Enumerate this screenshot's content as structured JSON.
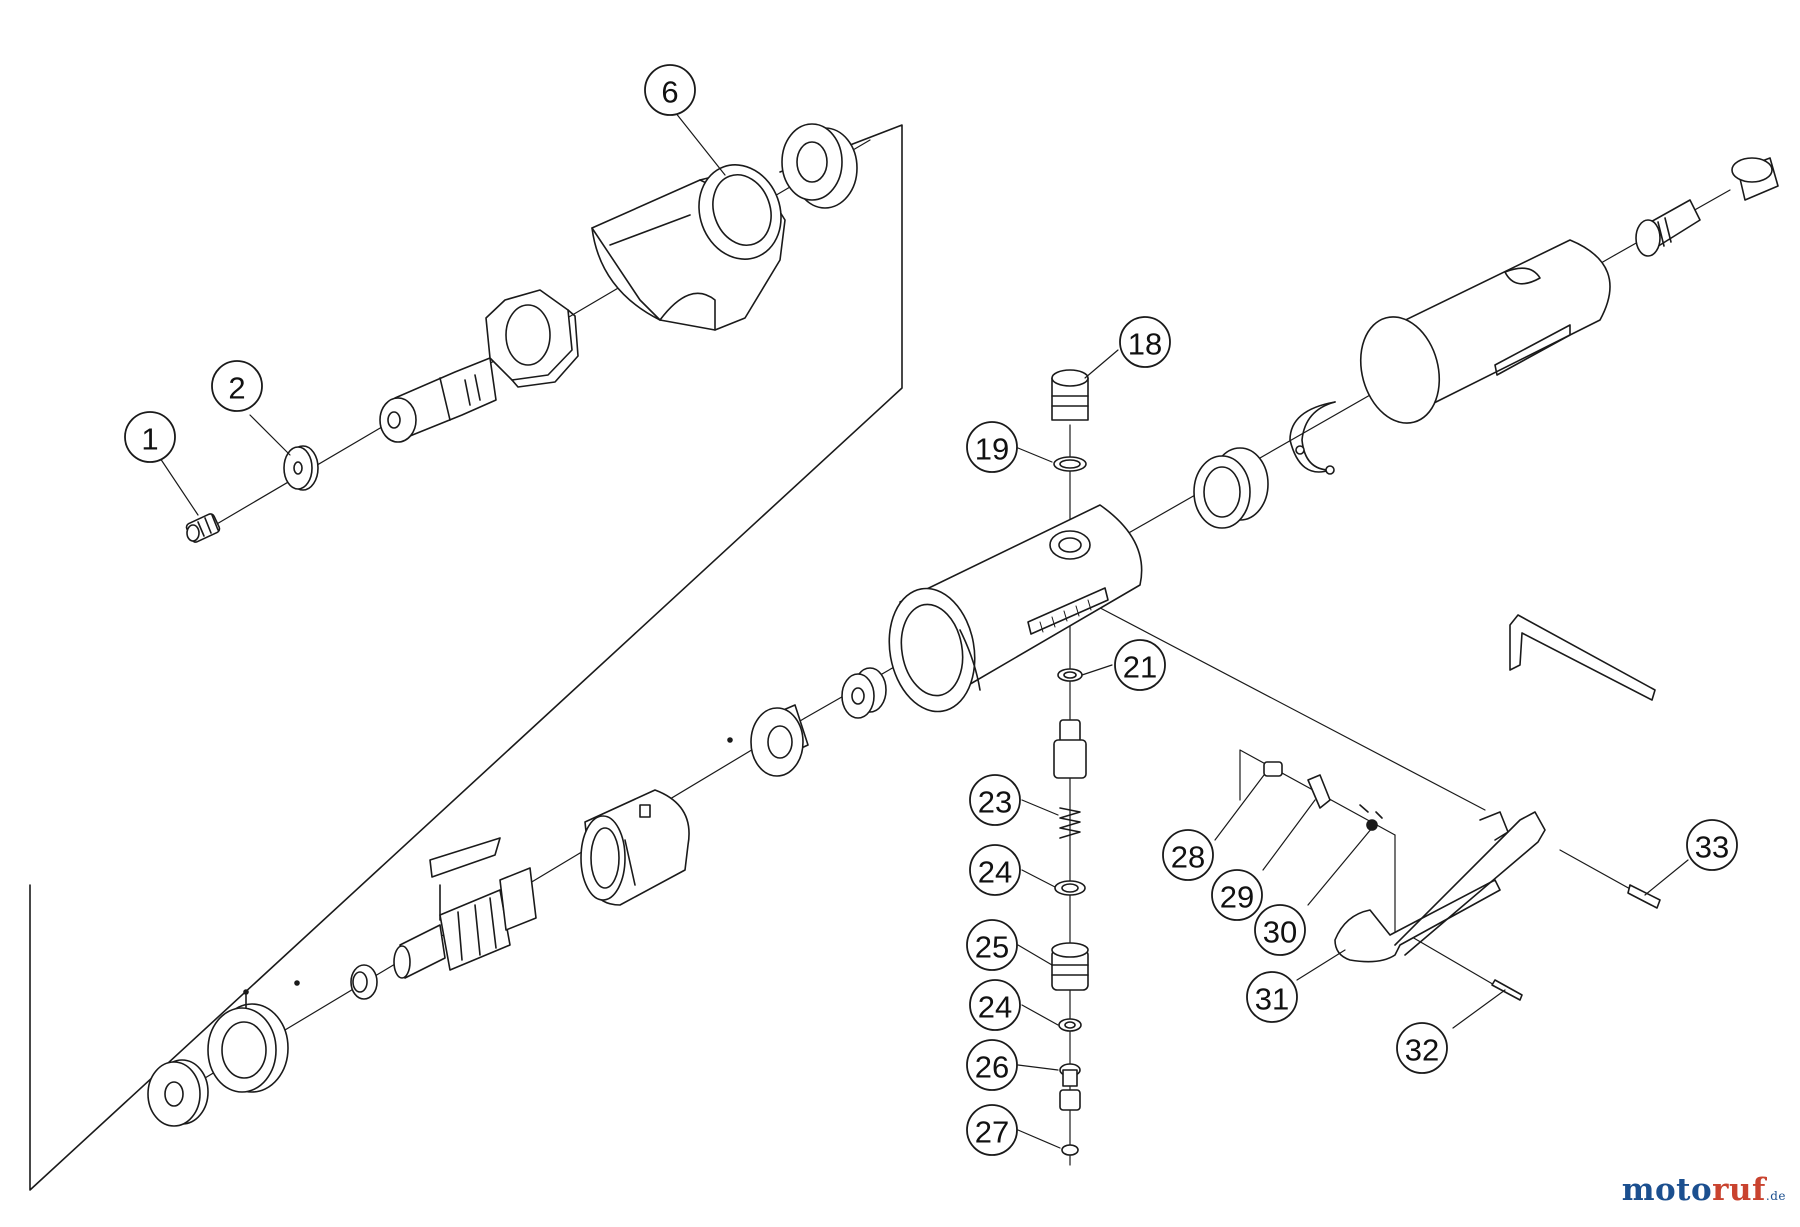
{
  "diagram": {
    "callouts": [
      {
        "id": "c1",
        "label": "1"
      },
      {
        "id": "c2",
        "label": "2"
      },
      {
        "id": "c6",
        "label": "6"
      },
      {
        "id": "c18",
        "label": "18"
      },
      {
        "id": "c19",
        "label": "19"
      },
      {
        "id": "c21",
        "label": "21"
      },
      {
        "id": "c23",
        "label": "23"
      },
      {
        "id": "c24a",
        "label": "24"
      },
      {
        "id": "c25",
        "label": "25"
      },
      {
        "id": "c24b",
        "label": "24"
      },
      {
        "id": "c26",
        "label": "26"
      },
      {
        "id": "c27",
        "label": "27"
      },
      {
        "id": "c28",
        "label": "28"
      },
      {
        "id": "c29",
        "label": "29"
      },
      {
        "id": "c30",
        "label": "30"
      },
      {
        "id": "c31",
        "label": "31"
      },
      {
        "id": "c32",
        "label": "32"
      },
      {
        "id": "c33",
        "label": "33"
      }
    ]
  },
  "watermark": {
    "part1": "moto",
    "part2": "ruf",
    "part3": ".de"
  }
}
